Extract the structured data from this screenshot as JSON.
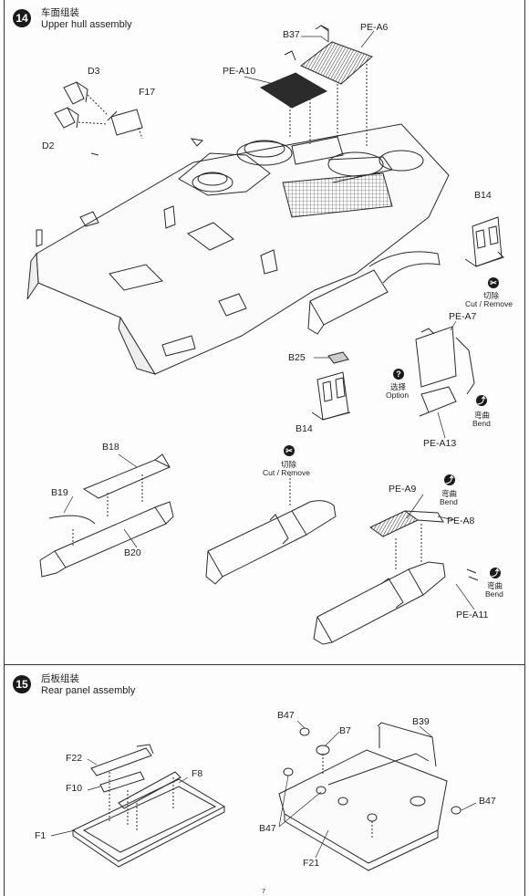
{
  "step14": {
    "number": "14",
    "title_cn": "车面组装",
    "title_en": "Upper hull assembly"
  },
  "step15": {
    "number": "15",
    "title_cn": "后板组装",
    "title_en": "Rear panel assembly"
  },
  "parts14": {
    "d3": "D3",
    "d2": "D2",
    "f17": "F17",
    "b37": "B37",
    "pe_a6": "PE-A6",
    "pe_a10": "PE-A10",
    "b14_right": "B14",
    "pe_a7": "PE-A7",
    "b25": "B25",
    "b14_center": "B14",
    "pe_a13": "PE-A13",
    "b18": "B18",
    "b19": "B19",
    "b20": "B20",
    "pe_a9": "PE-A9",
    "pe_a8": "PE-A8",
    "pe_a11": "PE-A11"
  },
  "symbols": {
    "cut_right_cn": "切除",
    "cut_right_en": "Cut / Remove",
    "option_cn": "选择",
    "option_en": "Option",
    "bend1_cn": "弯曲",
    "bend1_en": "Bend",
    "cut_center_cn": "切除",
    "cut_center_en": "Cut / Remove",
    "bend2_cn": "弯曲",
    "bend2_en": "Bend",
    "bend3_cn": "弯曲",
    "bend3_en": "Bend",
    "option_icon": "?",
    "cut_icon": "cut-icon",
    "bend_icon": "bend-icon"
  },
  "parts15": {
    "f22": "F22",
    "f10": "F10",
    "f8": "F8",
    "f1": "F1",
    "b47_top": "B47",
    "b7": "B7",
    "b39": "B39",
    "b47_right": "B47",
    "b47_left": "B47",
    "f21": "F21"
  },
  "page_number": "7"
}
